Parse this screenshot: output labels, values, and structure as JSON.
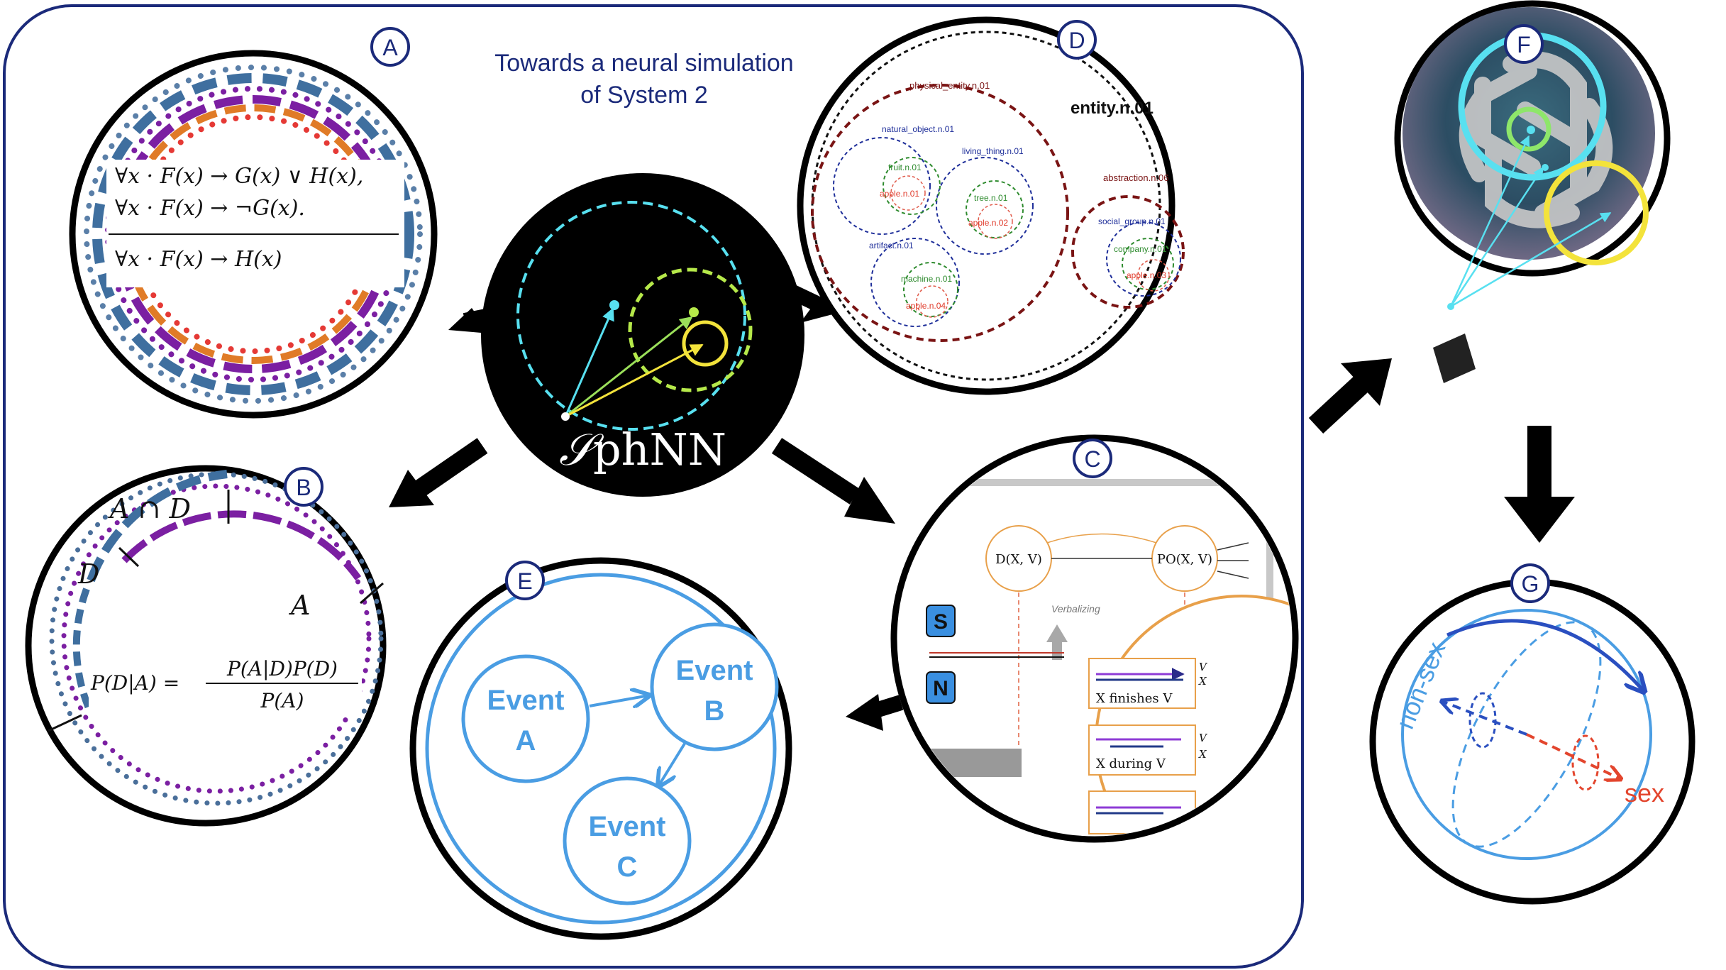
{
  "title": {
    "line1": "Towards a neural simulation",
    "line2": "of System 2"
  },
  "badges": {
    "a": "A",
    "b": "B",
    "c": "C",
    "d": "D",
    "e": "E",
    "f": "F",
    "g": "G"
  },
  "center": {
    "label_script": "𝒮",
    "label_rest": "phNN"
  },
  "panel_a": {
    "premise1": "∀x · F(x) → G(x) ∨ H(x),",
    "premise2": "∀x · F(x) → ¬G(x).",
    "conclusion": "∀x · F(x) → H(x)"
  },
  "panel_b": {
    "label_a_cap_d": "A ∩ D",
    "label_d": "D",
    "label_a": "A",
    "formula_lhs": "P(D|A) =",
    "formula_num": "P(A|D)P(D)",
    "formula_den": "P(A)"
  },
  "panel_c": {
    "node_left": "D(X, V)",
    "node_right": "PO(X, V)",
    "verbalizing": "Verbalizing",
    "key_s": "S",
    "key_n": "N",
    "row1_text": "X finishes V",
    "row2_text": "X during V",
    "var_v": "V",
    "var_x": "X"
  },
  "panel_d": {
    "entity": "entity.n.01",
    "physical_entity": "physical_entity.n.01",
    "natural_object": "natural_object.n.01",
    "living_thing": "living_thing.n.01",
    "fruit": "fruit.n.01",
    "apple1": "apple.n.01",
    "tree": "tree.n.01",
    "apple2": "apple.n.02",
    "artifact": "artifact.n.01",
    "machine": "machine.n.01",
    "apple4": "apple.n.04",
    "abstraction": "abstraction.n.06",
    "social_group": "social_group.n.01",
    "company": "company.n.01",
    "apple3": "apple.n.03"
  },
  "panel_e": {
    "event_a_1": "Event",
    "event_a_2": "A",
    "event_b_1": "Event",
    "event_b_2": "B",
    "event_c_1": "Event",
    "event_c_2": "C"
  },
  "panel_g": {
    "non_sex": "non-sex",
    "sex": "sex"
  },
  "colors": {
    "frame": "#1b2a7a",
    "title": "#1b2a7a",
    "event_blue": "#4a9de3",
    "purple": "#7b1fa2",
    "steel": "#3f6f9f",
    "red_dot": "#e53935",
    "orange": "#e07b27",
    "dark_red": "#7a1414",
    "green": "#2e8b2e",
    "cyan": "#58e0f0",
    "yellow": "#f3e33b"
  }
}
